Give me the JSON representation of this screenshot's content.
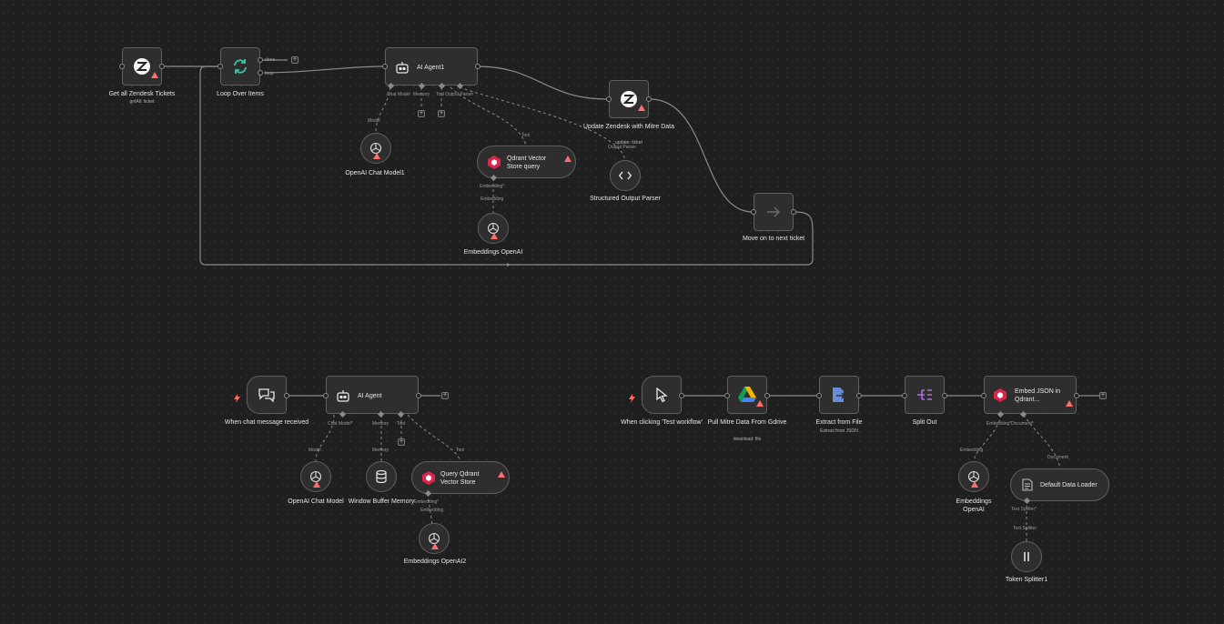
{
  "colors": {
    "background": "#1f1f1f",
    "node_fill": "#2e2e2e",
    "node_border": "#5f5f5f",
    "wire": "#8a8a8a",
    "warning": "#ff6d6d",
    "trigger": "#ff6d5a",
    "qdrant": "#dc244c",
    "google_green": "#0f9d58",
    "google_blue": "#4285f4",
    "google_yellow": "#f4b400",
    "extract_blue": "#6b8dd6",
    "splitout_purple": "#b46ae0"
  },
  "nodes": {
    "zendesk_get": {
      "label": "Get all Zendesk Tickets",
      "sub": "getAll: ticket",
      "icon": "zendesk-icon"
    },
    "loop": {
      "label": "Loop Over Items",
      "out_done": "done",
      "out_loop": "loop",
      "icon": "loop-icon"
    },
    "agent1": {
      "title": "AI Agent1",
      "ports": {
        "chat": "Chat Model",
        "memory": "Memory",
        "tool": "Tool",
        "parser": "Output Parser"
      },
      "icon": "robot-icon"
    },
    "openai_chat1": {
      "label": "OpenAI Chat Model1",
      "port": "Model",
      "icon": "openai-icon"
    },
    "qdrant_query": {
      "title": "Qdrant Vector Store query",
      "port": "Tool",
      "emb_port": "Embedding*",
      "icon": "qdrant-icon"
    },
    "emb_openai": {
      "label": "Embeddings OpenAI",
      "port": "Embedding",
      "icon": "openai-icon"
    },
    "zendesk_update": {
      "label": "Update Zendesk with Mitre Data",
      "sub": "update: ticket",
      "icon": "zendesk-icon"
    },
    "parser": {
      "label": "Structured Output Parser",
      "port": "Output Parser",
      "icon": "code-icon"
    },
    "move_on": {
      "label": "Move on to next ticket",
      "icon": "arrow-right-icon"
    },
    "chat_trigger": {
      "label": "When chat message received",
      "icon": "chat-icon"
    },
    "agent2": {
      "title": "AI Agent",
      "ports": {
        "chat": "Chat Model*",
        "memory": "Memory",
        "tool": "Tool"
      },
      "icon": "robot-icon"
    },
    "openai_chat2": {
      "label": "OpenAI Chat Model",
      "port": "Model",
      "icon": "openai-icon"
    },
    "window_memory": {
      "label": "Window Buffer Memory",
      "port": "Memory",
      "icon": "database-icon"
    },
    "qdrant_query2": {
      "title": "Query Qdrant Vector Store",
      "port": "Tool",
      "emb_port": "Embedding*",
      "icon": "qdrant-icon"
    },
    "emb_openai2": {
      "label": "Embeddings OpenAI2",
      "port": "Embedding",
      "icon": "openai-icon"
    },
    "manual_trigger": {
      "label": "When clicking 'Test workflow'",
      "icon": "cursor-icon"
    },
    "gdrive": {
      "label": "Pull Mitre Data From Gdrive",
      "sub": "download: file",
      "icon": "gdrive-icon"
    },
    "extract": {
      "label": "Extract from File",
      "sub": "Extract from JSON",
      "icon": "extract-icon"
    },
    "split_out": {
      "label": "Split Out",
      "icon": "split-icon"
    },
    "embed_json": {
      "title": "Embed JSON in Qdrant...",
      "ports": {
        "emb": "Embedding*",
        "docs": "Document*"
      },
      "icon": "qdrant-icon"
    },
    "emb_openai3": {
      "label": "Embeddings OpenAI",
      "port": "Embedding",
      "icon": "openai-icon"
    },
    "data_loader": {
      "title": "Default Data Loader",
      "port": "Document",
      "ts_port": "Text Splitter*",
      "icon": "document-icon"
    },
    "token_splitter": {
      "label": "Token Splitter1",
      "port": "Text Splitter",
      "icon": "splitter-icon"
    }
  },
  "plus_label": "+"
}
